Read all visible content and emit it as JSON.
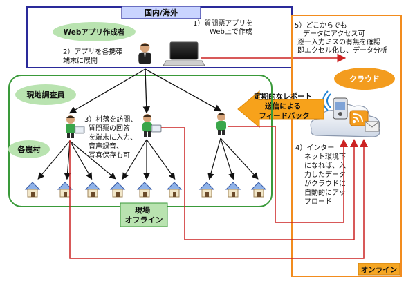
{
  "regions": {
    "domestic_overseas": "国内/海外",
    "online": "オンライン",
    "field_offline": [
      "現場",
      "オフライン"
    ]
  },
  "roles": {
    "web_app_creator": "Webアプリ作成者",
    "field_investigator": "現地調査員",
    "villages": "各農村",
    "cloud": "クラウド"
  },
  "steps": {
    "step1": [
      "1）質問票アプリを",
      "Web上で作成"
    ],
    "step2": [
      "2）アプリを各携帯",
      "端末に展開"
    ],
    "step3": [
      "3）村落を訪問、",
      "質問票の回答",
      "を端末に入力、",
      "音声録音、",
      "写真保存も可"
    ],
    "step4": [
      "4）インター",
      "ネット環境下",
      "になれば、入",
      "力したデータ",
      "がクラウドに",
      "自動的にアッ",
      "プロード"
    ],
    "step5": [
      "5）どこからでも",
      "データにアクセス可",
      "逐一入力ミスの有無を確認",
      "即エクセル化し、データ分析"
    ]
  },
  "feedback": [
    "定期的なレポート",
    "送信による",
    "フィードバック"
  ],
  "colors": {
    "top_border": "#2a2a9a",
    "online_border": "#f28c1e",
    "field_border": "#3a9a3a",
    "oval_fill": "#b9e3b0",
    "cloud_fill": "#f39c1e",
    "feedback_arrow": "#f7a21b",
    "data_line": "#cc2222"
  }
}
